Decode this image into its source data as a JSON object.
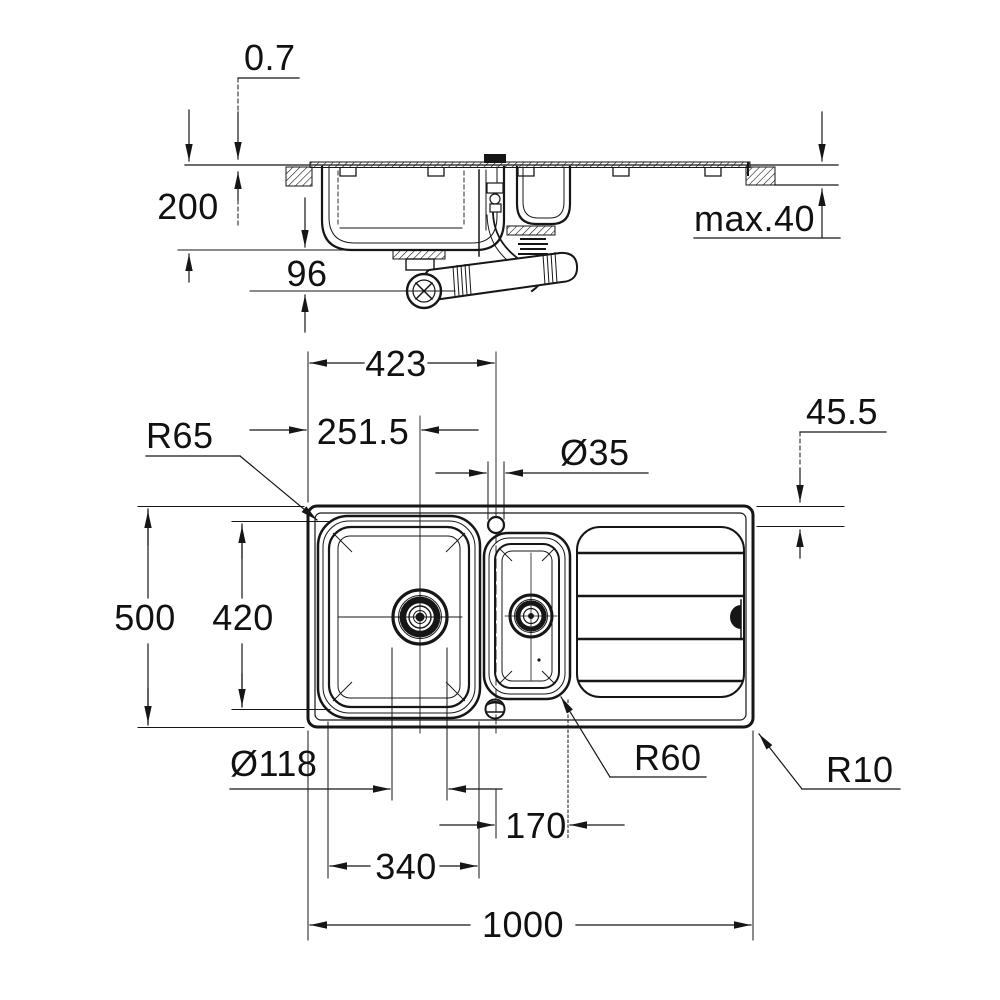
{
  "drawing": {
    "type": "technical-dimension-drawing",
    "subject": "kitchen sink with one-and-a-half bowls and drainboard",
    "views": {
      "top": "front section view with drain assembly",
      "bottom": "plan view"
    },
    "line_color": "#161616",
    "text_color": "#111111",
    "background_color": "#ffffff"
  },
  "dimensions": {
    "rim_sheet_thickness": "0.7",
    "bowl_depth": "200",
    "drain_assembly_height": "96",
    "max_counter_thickness": "max.40",
    "tap_hole_offset": "423",
    "main_drain_offset": "251.5",
    "tap_hole_diameter": "Ø35",
    "edge_to_bowl_offset": "45.5",
    "main_bowl_corner_radius": "R65",
    "overall_depth": "500",
    "bowl_cutout_depth": "420",
    "main_drain_diameter": "Ø118",
    "small_drain_offset": "170",
    "main_bowl_width": "340",
    "overall_length": "1000",
    "small_bowl_corner_radius": "R60",
    "outer_corner_radius": "R10"
  }
}
